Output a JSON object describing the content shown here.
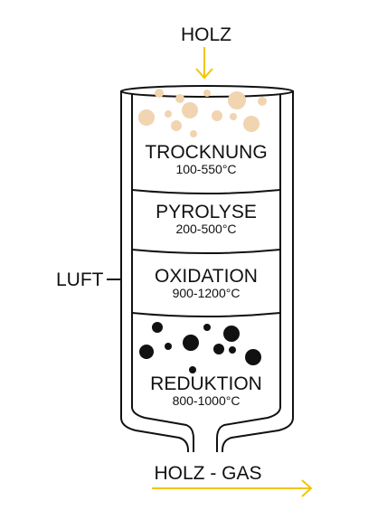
{
  "input_label": "HOLZ",
  "air_label": "LUFT",
  "output_label": "HOLZ - GAS",
  "zones": [
    {
      "name": "TROCKNUNG",
      "temp": "100-550°C"
    },
    {
      "name": "PYROLYSE",
      "temp": "200-500°C"
    },
    {
      "name": "OXIDATION",
      "temp": "900-1200°C"
    },
    {
      "name": "REDUKTION",
      "temp": "800-1000°C"
    }
  ],
  "colors": {
    "arrow": "#f2c500",
    "wood_particles": "#f1d4b0",
    "char_particles": "#111111",
    "outline": "#111111"
  }
}
